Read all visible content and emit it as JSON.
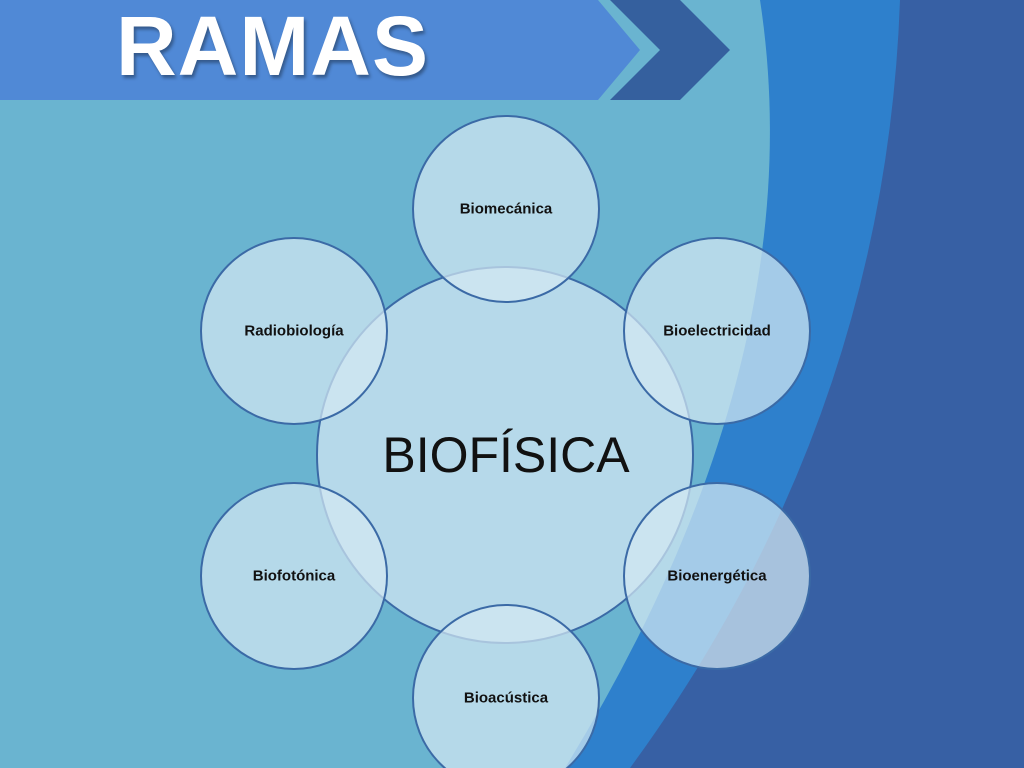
{
  "title": "RAMAS",
  "center": "BIOFÍSICA",
  "branches": [
    "Biomecánica",
    "Bioelectricidad",
    "Bioenergética",
    "Bioacústica",
    "Biofotónica",
    "Radiobiología"
  ],
  "colors": {
    "teal": "#6ab4d0",
    "bright_blue": "#2e80cc",
    "dark_blue": "#3760a4",
    "banner": "#5089d6",
    "chevron": "#35609e",
    "circle_stroke": "#3b6aa6"
  }
}
